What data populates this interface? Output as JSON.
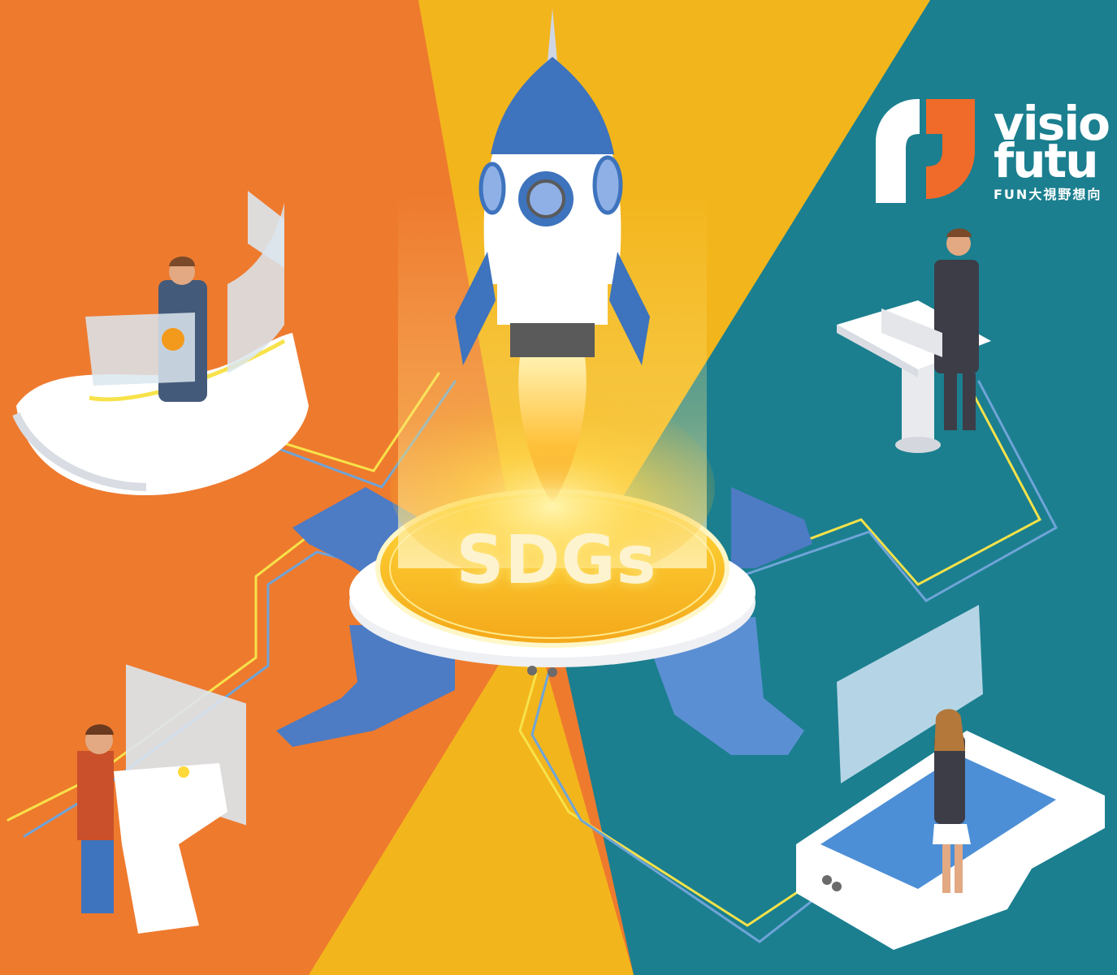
{
  "center_label": "SDGs",
  "logo": {
    "line1": "visio",
    "line2": "futu",
    "tagline": "FUN大視野想向"
  },
  "colors": {
    "orange": "#ee7a2e",
    "yellow": "#f3b51c",
    "teal": "#1b7f8f",
    "platform_blue": "#4d7bc4",
    "platform_light": "#5b8fd3",
    "rocket_blue": "#3e73bd",
    "cable_yellow": "#f7e24a",
    "cable_blue": "#6fa4d8",
    "logo_orange": "#f06a2a"
  },
  "icons": [
    "rocket-icon",
    "logo-mark-icon"
  ]
}
